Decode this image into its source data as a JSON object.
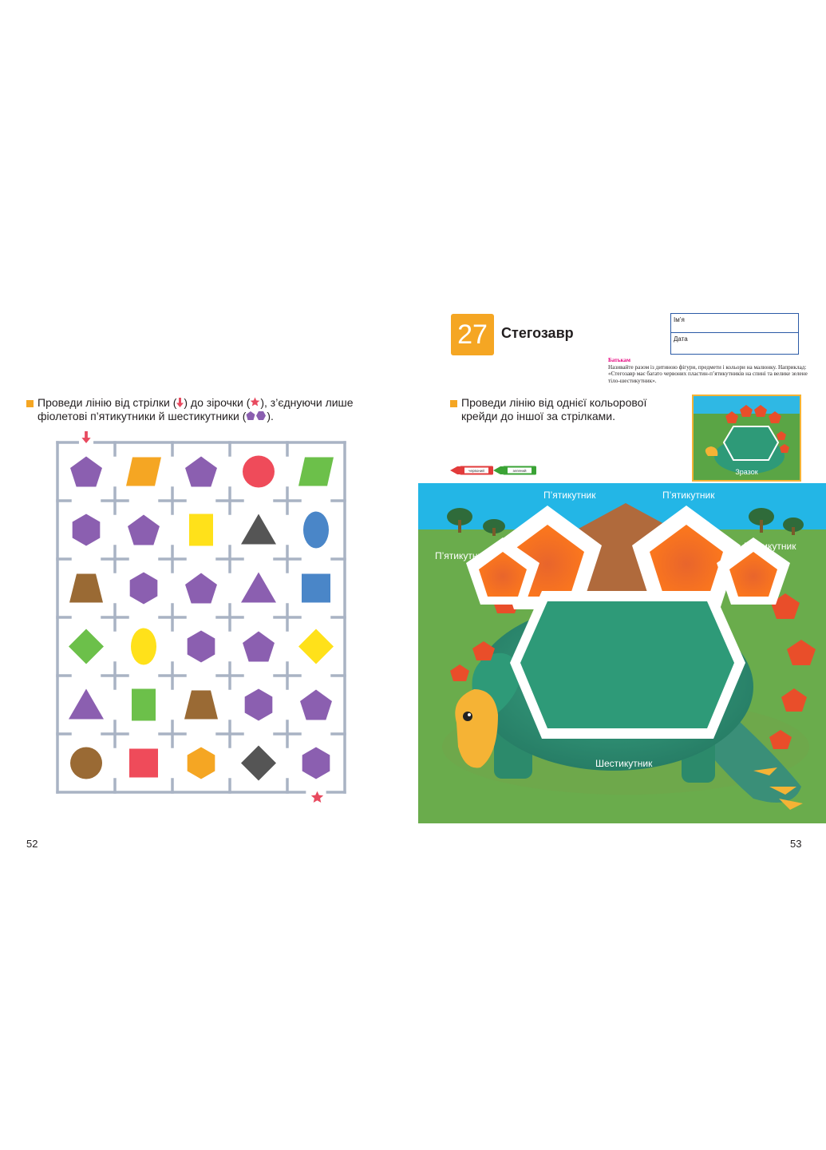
{
  "left_page": {
    "task_line1": "Проведи лінію від стрілки (",
    "task_mid1": ") до зірочки (",
    "task_end1": "), з’єднуючи лише",
    "task_line2": "фіолетові п’ятикутники й шестикутники (",
    "task_end2": ").",
    "page_number": "52",
    "maze": {
      "rows": [
        [
          "pentagon-purple",
          "parallelogram-orange",
          "pentagon-purple",
          "circle-red",
          "parallelogram-green"
        ],
        [
          "hexagon-purple",
          "pentagon-purple",
          "rectangle-yellow",
          "triangle-gray",
          "ellipse-blue"
        ],
        [
          "trapezoid-brown",
          "hexagon-purple",
          "pentagon-purple",
          "triangle-purple",
          "square-blue"
        ],
        [
          "diamond-green",
          "ellipse-yellow",
          "hexagon-purple",
          "pentagon-purple",
          "diamond-yellow"
        ],
        [
          "triangle-purple",
          "rectangle-green",
          "trapezoid-brown",
          "hexagon-purple",
          "pentagon-purple"
        ],
        [
          "circle-brown",
          "square-red",
          "hexagon-orange",
          "diamond-gray",
          "hexagon-purple"
        ]
      ],
      "start_icon": "arrow-down-icon",
      "end_icon": "star-icon"
    }
  },
  "right_page": {
    "lesson_number": "27",
    "lesson_title": "Стегозавр",
    "name_label": "Ім’я",
    "date_label": "Дата",
    "parents_label": "Батькам",
    "parents_text": "Називайте разом із дитиною фігури, предмети і кольори на малюнку. Наприклад: «Стегозавр має багато червоних пластин-п’ятикутників на спині та велике зелене тіло-шестикутник».",
    "task_line1": "Проведи лінію від однієї кольорової",
    "task_line2": "крейди до іншої за стрілками.",
    "crayon_label": "червоний",
    "crayon_label_2": "зелений",
    "sample_label": "Зразок",
    "scene_labels": {
      "pentagon_top_left": "П’ятикутник",
      "pentagon_top_right": "П’ятикутник",
      "pentagon_left": "П’ятикутник",
      "pentagon_right": "П’ятикутник",
      "hexagon": "Шестикутник"
    },
    "page_number": "53"
  },
  "colors": {
    "purple": "#8b5fb0",
    "orange": "#f5a623",
    "red": "#ef4b5a",
    "green": "#6cc04a",
    "gray": "#555555",
    "blue": "#4a86c8",
    "yellow": "#ffe11a",
    "brown": "#9a6a34",
    "sky": "#23b6e6",
    "grass": "#6aac4c"
  }
}
